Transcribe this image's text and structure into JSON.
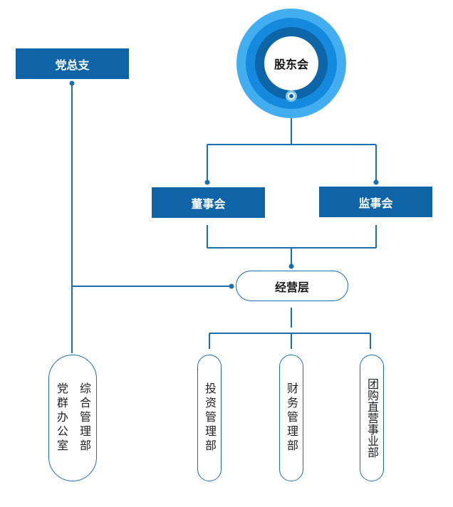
{
  "top": {
    "shareholders": "股东会",
    "party_branch": "党总支"
  },
  "board": {
    "directors": "董事会",
    "supervisors": "监事会"
  },
  "management": "经营层",
  "departments": {
    "party_office": "党群办公室",
    "general_office": "综合管理部",
    "investment": "投资管理部",
    "finance": "财务管理部",
    "group_purchase": "团购直营事业部"
  },
  "colors": {
    "primary": "#0e64a6",
    "line": "#1b6eb0",
    "ring_outer": "#42aef0",
    "ring_mid": "#1489de"
  }
}
